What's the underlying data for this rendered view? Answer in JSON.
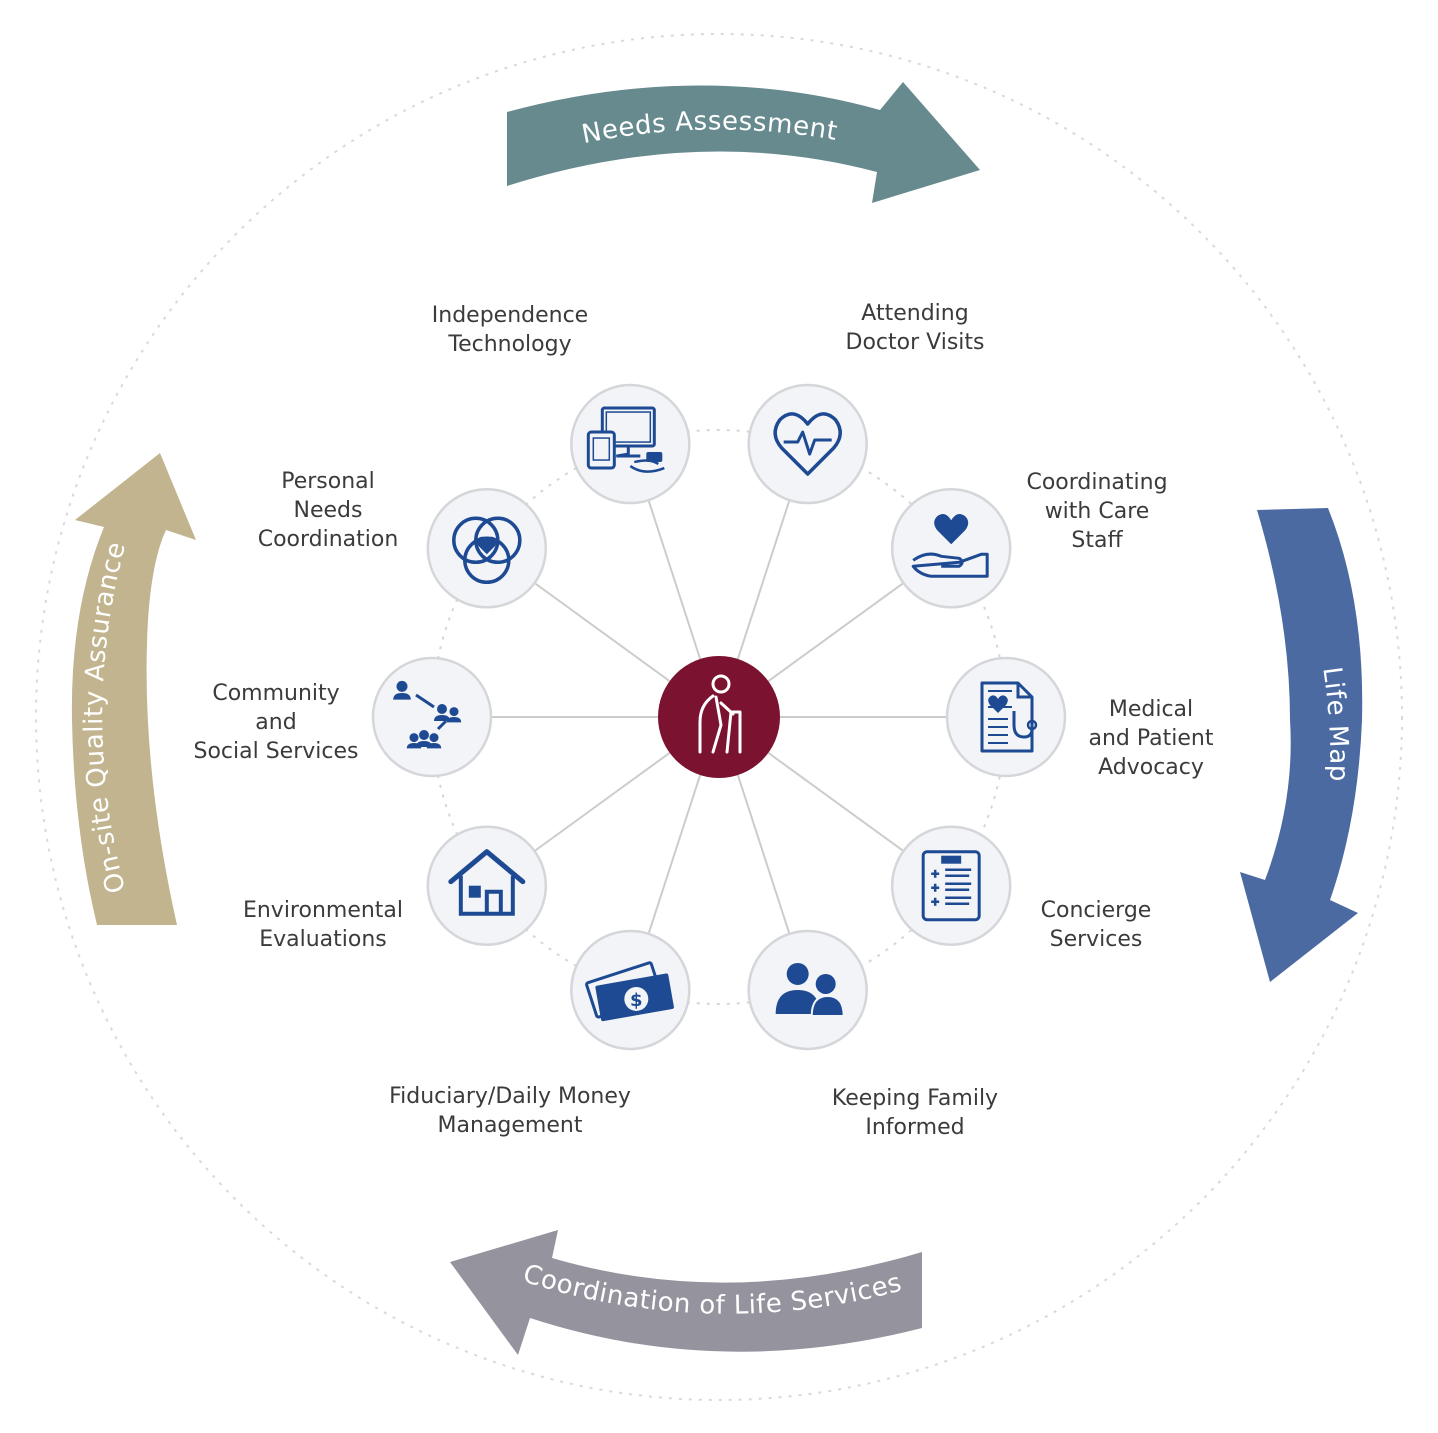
{
  "center": {
    "icon": "elderly-person-walker-icon",
    "color": "#7b1230"
  },
  "colors": {
    "icon": "#1d4a93",
    "node_fill": "#f2f4f7",
    "node_stroke": "#d4d6da",
    "spoke": "#cccccc",
    "ring": "#d9d9d9"
  },
  "cycle": [
    {
      "id": "needs-assessment",
      "label": "Needs Assessment",
      "color": "#678a8e"
    },
    {
      "id": "life-map",
      "label": "Life Map",
      "color": "#4b6aa2"
    },
    {
      "id": "coordination-of-life-services",
      "label": "Coordination of Life Services",
      "color": "#94939e"
    },
    {
      "id": "on-site-quality-assurance",
      "label": "On-site Quality Assurance",
      "color": "#c1b48e"
    }
  ],
  "services": [
    {
      "id": "independence-technology",
      "icon": "devices-icon",
      "label": [
        "Independence",
        "Technology"
      ]
    },
    {
      "id": "attending-doctor-visits",
      "icon": "heartbeat-icon",
      "label": [
        "Attending",
        "Doctor Visits"
      ]
    },
    {
      "id": "coordinating-with-care-staff",
      "icon": "heart-in-hand-icon",
      "label": [
        "Coordinating",
        "with Care",
        "Staff"
      ]
    },
    {
      "id": "medical-and-patient-advocacy",
      "icon": "medical-report-icon",
      "label": [
        "Medical",
        "and Patient",
        "Advocacy"
      ]
    },
    {
      "id": "concierge-services",
      "icon": "clipboard-list-icon",
      "label": [
        "Concierge",
        "Services"
      ]
    },
    {
      "id": "keeping-family-informed",
      "icon": "family-icon",
      "label": [
        "Keeping Family",
        "Informed"
      ]
    },
    {
      "id": "fiduciary-daily-money-management",
      "icon": "money-icon",
      "label": [
        "Fiduciary/Daily Money",
        "Management"
      ]
    },
    {
      "id": "environmental-evaluations",
      "icon": "house-icon",
      "label": [
        "Environmental",
        "Evaluations"
      ]
    },
    {
      "id": "community-and-social-services",
      "icon": "community-network-icon",
      "label": [
        "Community",
        "and",
        "Social Services"
      ]
    },
    {
      "id": "personal-needs-coordination",
      "icon": "venn-heart-icon",
      "label": [
        "Personal",
        "Needs",
        "Coordination"
      ]
    }
  ]
}
